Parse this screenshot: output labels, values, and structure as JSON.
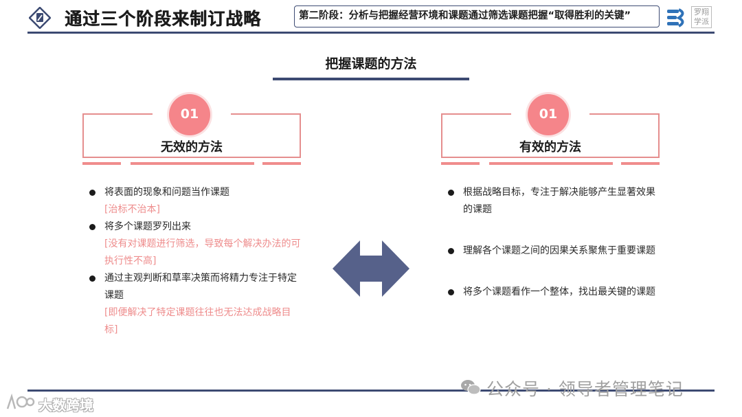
{
  "header": {
    "title": "通过三个阶段来制订战略",
    "stage": "第二阶段：分析与把握经营环境和课题通过筛选课题把握“取得胜利的关键”",
    "seal_text": [
      "罗翔",
      "学派"
    ]
  },
  "section": {
    "title": "把握课题的方法"
  },
  "left_panel": {
    "badge": "01",
    "title": "无效的方法",
    "items": [
      {
        "text": "将表面的现象和问题当作课题",
        "note": "[治标不治本]"
      },
      {
        "text": "将多个课题罗列出来",
        "note": "[没有对课题进行筛选，导致每个解决办法的可执行性不高]"
      },
      {
        "text": "通过主观判断和草率决策而将精力专注于特定课题",
        "note": "[即便解决了特定课题往往也无法达成战略目标]"
      }
    ]
  },
  "right_panel": {
    "badge": "01",
    "title": "有效的方法",
    "items": [
      {
        "text": "根据战略目标，专注于解决能够产生显著效果的课题"
      },
      {
        "text": "理解各个课题之间的因果关系聚焦于重要课题"
      },
      {
        "text": "将多个课题看作一个整体，找出最关键的课题"
      }
    ]
  },
  "footer": {
    "watermark": "公众号 · 领导者管理笔记",
    "corner_brand": "大数跨境"
  },
  "colors": {
    "navy": "#3c4a72",
    "accent": "#f5858a",
    "note": "#ee8c8c"
  }
}
